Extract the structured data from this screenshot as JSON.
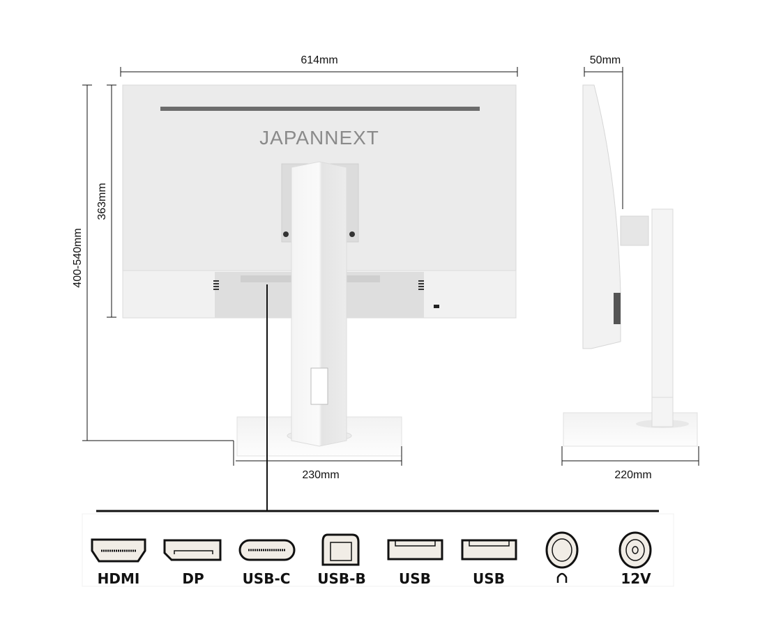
{
  "brand_logo": "JAPANNEXT",
  "dimensions": {
    "width": "614mm",
    "depth_panel": "50mm",
    "panel_height": "363mm",
    "total_height": "400-540mm",
    "base_width": "230mm",
    "base_depth": "220mm"
  },
  "ports": [
    {
      "label": "HDMI",
      "icon": "hdmi-port-icon"
    },
    {
      "label": "DP",
      "icon": "displayport-icon"
    },
    {
      "label": "USB-C",
      "icon": "usb-c-port-icon"
    },
    {
      "label": "USB-B",
      "icon": "usb-b-port-icon"
    },
    {
      "label": "USB",
      "icon": "usb-a-port-icon"
    },
    {
      "label": "USB",
      "icon": "usb-a-port-icon"
    },
    {
      "label": "",
      "icon": "headphone-jack-icon"
    },
    {
      "label": "12V",
      "icon": "dc-power-jack-icon"
    }
  ],
  "colors": {
    "monitor": "#ebebeb",
    "port_fill": "#f1ede6",
    "line": "#111111"
  }
}
